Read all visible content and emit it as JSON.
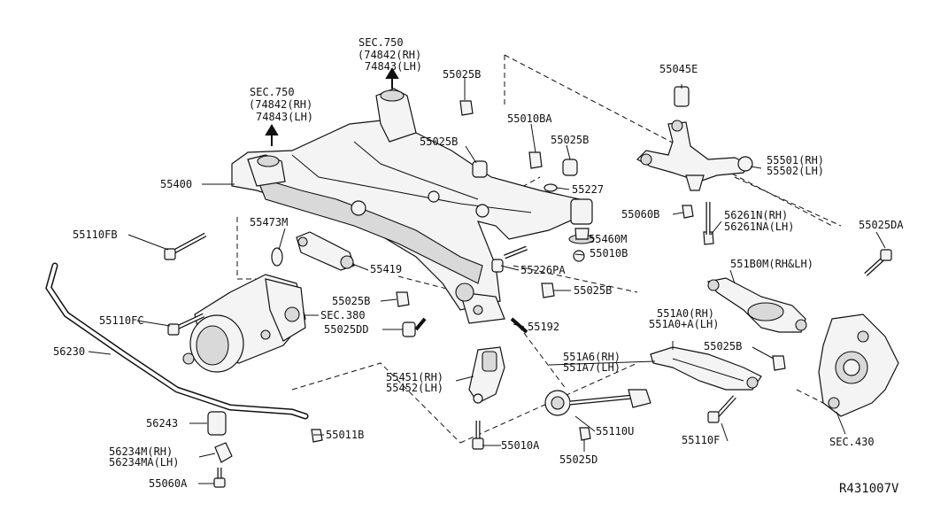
{
  "diagram_code": "R431007V",
  "labels": {
    "sec750_top": [
      "SEC.750",
      "(74842(RH)",
      "74843(LH)"
    ],
    "sec750_left": [
      "SEC.750",
      "(74842(RH)",
      "74843(LH)"
    ],
    "p55045E": "55045E",
    "p55025B_a": "55025B",
    "p55010BA": "55010BA",
    "p55025B_b": "55025B",
    "p55025B_c": "55025B",
    "p55501": [
      "55501(RH)",
      "55502(LH)"
    ],
    "p55400": "55400",
    "p55227": "55227",
    "p55110FB": "55110FB",
    "p55473M": "55473M",
    "p55060B_a": "55060B",
    "p56261N": [
      "56261N(RH)",
      "56261NA(LH)"
    ],
    "p55460M": "55460M",
    "p55010B": "55010B",
    "p55025DA": "55025DA",
    "p55419": "55419",
    "p55226PA": "55226PA",
    "p551B0M": "551B0M(RH&LH)",
    "p55025B_d": "55025B",
    "p55025B_e": "55025B",
    "sec380": "SEC.380",
    "p55110FC": "55110FC",
    "p55025DD": "55025DD",
    "p55192": "55192",
    "p551A0": [
      "551A0(RH)",
      "551A0+A(LH)"
    ],
    "p56230": "56230",
    "p55025B_f": "55025B",
    "p551A6": [
      "551A6(RH)",
      "551A7(LH)"
    ],
    "p55451": [
      "55451(RH)",
      "55452(LH)"
    ],
    "p56243": "56243",
    "p55011B": "55011B",
    "p55110U": "55110U",
    "p55110F": "55110F",
    "sec430": "SEC.430",
    "p56234M": [
      "56234M(RH)",
      "56234MA(LH)"
    ],
    "p55010A": "55010A",
    "p55025D": "55025D",
    "p55060A": "55060A"
  }
}
